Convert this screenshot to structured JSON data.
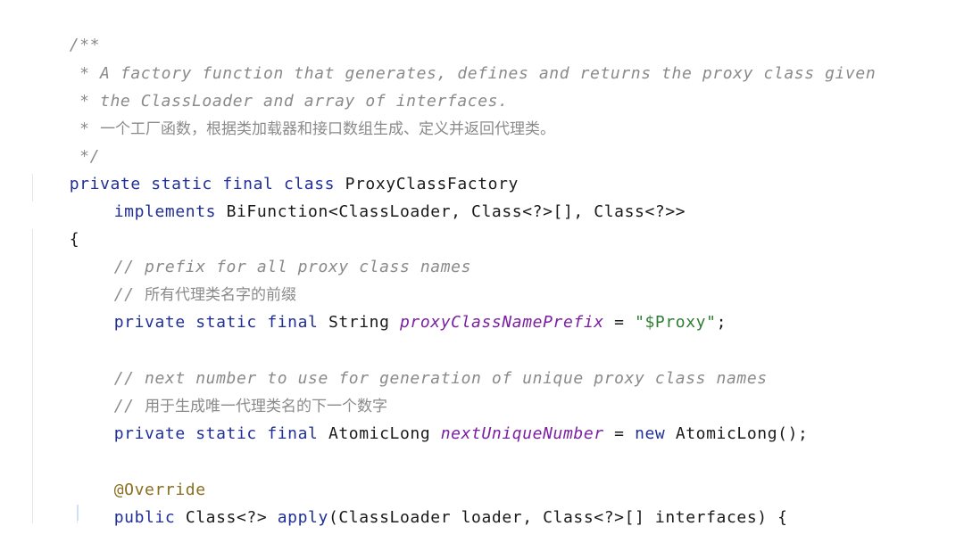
{
  "code": {
    "comment_lines": [
      "/**",
      " * A factory function that generates, defines and returns the proxy class given",
      " * the ClassLoader and array of interfaces.",
      " * ",
      "一个工厂函数，根据类加载器和接口数组生成、定义并返回代理类。",
      " */"
    ],
    "class_decl": {
      "kw1": "private",
      "kw2": "static",
      "kw3": "final",
      "kw4": "class",
      "name": "ProxyClassFactory"
    },
    "implements_line": {
      "kw": "implements",
      "type": "BiFunction<ClassLoader, Class<?>[], Class<?>>"
    },
    "open_brace": "{",
    "field1": {
      "comment_en": "// prefix for all proxy class names",
      "comment_prefix": "// ",
      "comment_cn": "所有代理类名字的前缀",
      "kw1": "private",
      "kw2": "static",
      "kw3": "final",
      "type": "String",
      "name": "proxyClassNamePrefix",
      "equals": " = ",
      "value": "\"$Proxy\"",
      "semi": ";"
    },
    "field2": {
      "comment_en": "// next number to use for generation of unique proxy class names",
      "comment_prefix": "// ",
      "comment_cn": "用于生成唯一代理类名的下一个数字",
      "kw1": "private",
      "kw2": "static",
      "kw3": "final",
      "type": "AtomicLong",
      "name": "nextUniqueNumber",
      "equals": " = ",
      "new_kw": "new",
      "ctor": "AtomicLong();"
    },
    "annotation": "@Override",
    "method": {
      "kw": "public",
      "ret": "Class<?>",
      "name": "apply",
      "params": "(ClassLoader loader, Class<?>[] interfaces) {"
    }
  }
}
